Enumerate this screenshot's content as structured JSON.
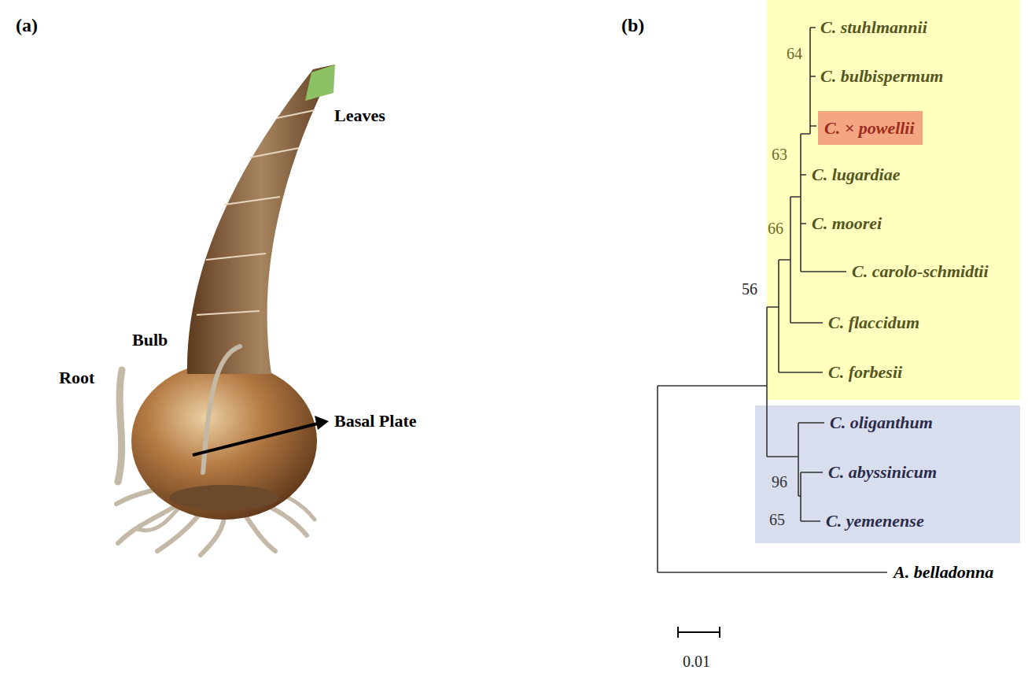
{
  "diagram": {
    "nodes": [
      {
        "text": [
          "C. stuhlmannii",
          "64",
          "C. bulbispermum",
          "63",
          "C. lugardiae",
          "C. moorei",
          "66",
          "C. carolo-schmidtii",
          "C. flaccidum",
          "C. forbesii"
        ]
      },
      {
        "text": [
          "C. × powellii"
        ],
        "in": 0
      },
      {
        "text": [
          "C. oliganthum",
          "C. abyssinicum",
          "96",
          "65",
          "C. yemenense"
        ]
      }
    ],
    "labels": [
      "(a)",
      "Leaves",
      "Bulb",
      "Root",
      "Basal Plate",
      "(b)",
      "56",
      "A. belladonna",
      "0.01"
    ]
  }
}
